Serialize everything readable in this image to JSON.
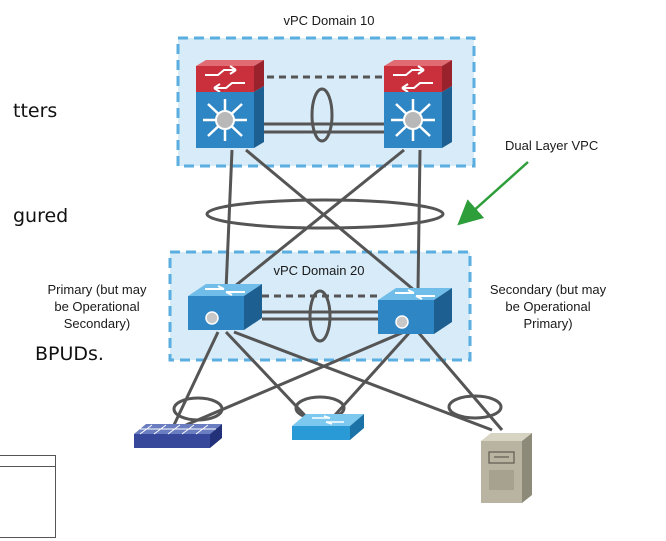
{
  "left_text": {
    "line1": "tters",
    "line2": "gured",
    "line3": "BPUDs."
  },
  "domain_top": {
    "label": "vPC Domain 10"
  },
  "domain_bottom": {
    "label": "vPC Domain 20"
  },
  "callout": {
    "label": "Dual Layer VPC",
    "arrow_color": "#2e9e3a"
  },
  "primary_label": [
    "Primary (but may",
    "be Operational",
    "Secondary)"
  ],
  "secondary_label": [
    "Secondary (but may",
    "be Operational",
    "Primary)"
  ],
  "colors": {
    "domain_fill": "#d7ebf8",
    "domain_border": "#5aaee0",
    "nexus_red": "#c9303c",
    "nexus_blue": "#2f86c4",
    "link_gray": "#555555"
  }
}
